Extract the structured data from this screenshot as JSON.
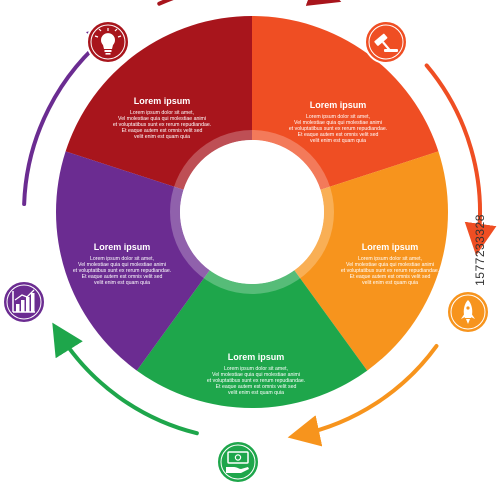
{
  "colors": {
    "red": "#a8151c",
    "orange_red": "#ef4e23",
    "orange": "#f7941d",
    "green": "#1ea64b",
    "purple": "#6b2c91"
  },
  "segments": [
    {
      "id": "red",
      "color": "#a8151c",
      "icon": "lightbulb-icon",
      "title": "Lorem ipsum",
      "lines": [
        "Lorem ipsum dolor sit amet,",
        "Vel molestiae quia qui molestiae animi",
        "et voluptatibus sunt ex rerum repudiandae.",
        "Et eaque autem est omnis velit sed",
        "velit enim est quam quia"
      ]
    },
    {
      "id": "orange-red",
      "color": "#ef4e23",
      "icon": "gavel-icon",
      "title": "Lorem ipsum",
      "lines": [
        "Lorem ipsum dolor sit amet,",
        "Vel molestiae quia qui molestiae animi",
        "et voluptatibus sunt ex rerum repudiandae.",
        "Et eaque autem est omnis velit sed",
        "velit enim est quam quia"
      ]
    },
    {
      "id": "orange",
      "color": "#f7941d",
      "icon": "rocket-icon",
      "title": "Lorem ipsum",
      "lines": [
        "Lorem ipsum dolor sit amet,",
        "Vel molestiae quia qui molestiae animi",
        "et voluptatibus sunt ex rerum repudiandae.",
        "Et eaque autem est omnis velit sed",
        "velit enim est quam quia"
      ]
    },
    {
      "id": "green",
      "color": "#1ea64b",
      "icon": "money-hand-icon",
      "title": "Lorem ipsum",
      "lines": [
        "Lorem ipsum dolor sit amet,",
        "Vel molestiae quia qui molestiae animi",
        "et voluptatibus sunt ex rerum repudiandae.",
        "Et eaque autem est omnis velit sed",
        "velit enim est quam quia"
      ]
    },
    {
      "id": "purple",
      "color": "#6b2c91",
      "icon": "bar-chart-icon",
      "title": "Lorem ipsum",
      "lines": [
        "Lorem ipsum dolor sit amet,",
        "Vel molestiae quia qui molestiae animi",
        "et voluptatibus sunt ex rerum repudiandae.",
        "Et eaque autem est omnis velit sed",
        "velit enim est quam quia"
      ]
    }
  ],
  "stock_id": "1577233328"
}
